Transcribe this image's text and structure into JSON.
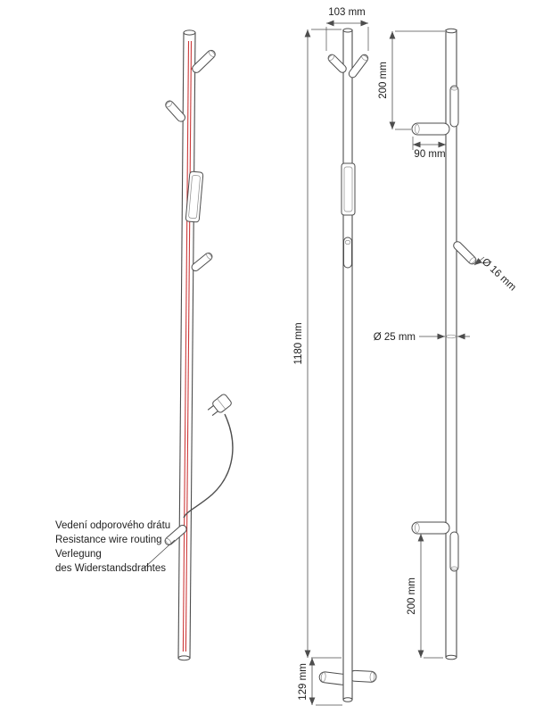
{
  "drawing": {
    "annotation": {
      "lines": [
        "Vedení odporového drátu",
        "Resistance wire routing",
        "Verlegung",
        "des Widerstandsdrahtes"
      ]
    },
    "dimensions": {
      "top_width": "103 mm",
      "top_hook_offset": "200 mm",
      "hook_projection": "90 mm",
      "hook_diameter": "Ø 16 mm",
      "pole_diameter": "Ø 25 mm",
      "overall_height": "1180 mm",
      "base_height": "129 mm",
      "bottom_hook_offset": "200 mm"
    },
    "colors": {
      "outline": "#4d4d4d",
      "resistance_wire": "#cc3a3a",
      "text": "#1f1f1f"
    }
  }
}
